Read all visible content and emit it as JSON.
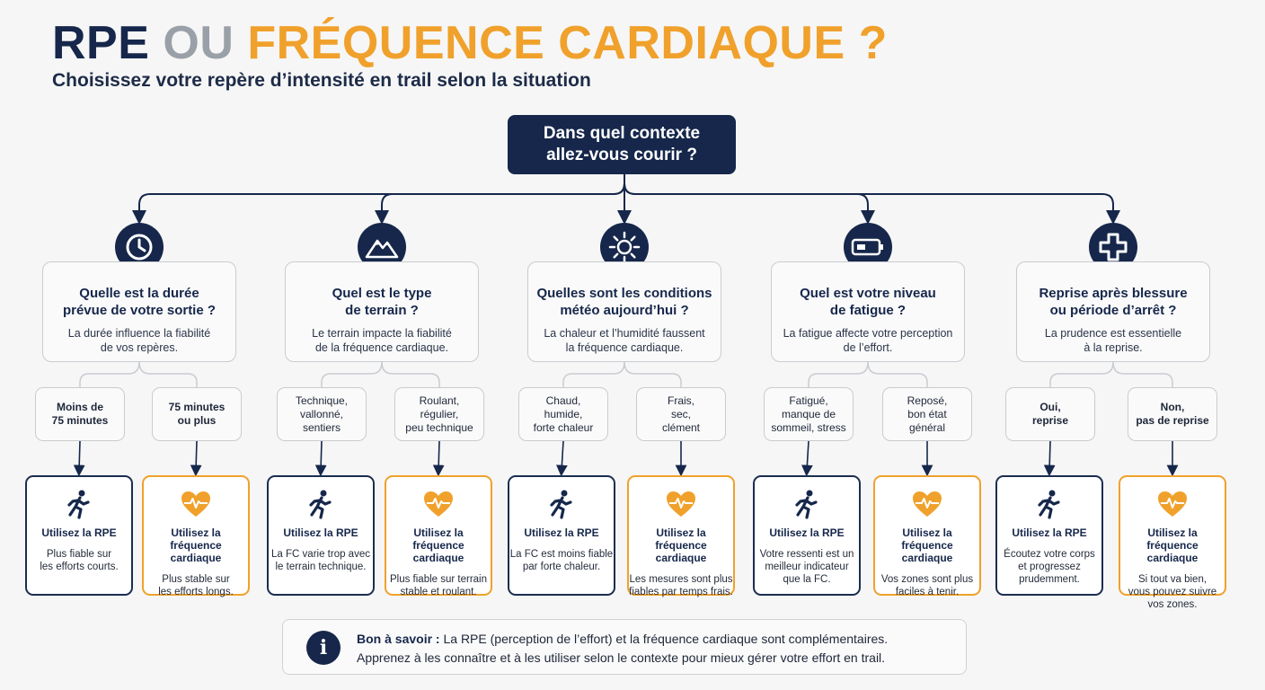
{
  "header": {
    "title_part1": "RPE ",
    "title_part2": "OU ",
    "title_part3": "FRÉQUENCE CARDIAQUE ?",
    "subtitle": "Choisissez votre repère d’intensité en trail selon la situation"
  },
  "root_question": "Dans quel contexte\nallez-vous courir ?",
  "colors": {
    "navy": "#16274b",
    "orange": "#f0a12c"
  },
  "columns": [
    {
      "icon": "clock-icon",
      "question": "Quelle est la durée\nprévue de votre sortie ?",
      "description": "La durée influence la fiabilité\nde vos repères.",
      "options": [
        {
          "label": "Moins de\n75 minutes",
          "bold": true,
          "result": {
            "type": "rpe",
            "title": "Utilisez la RPE",
            "text": "Plus fiable sur\nles efforts courts."
          }
        },
        {
          "label": "75 minutes\nou plus",
          "bold": true,
          "result": {
            "type": "hr",
            "title": "Utilisez la fréquence\ncardiaque",
            "text": "Plus stable sur\nles efforts longs."
          }
        }
      ]
    },
    {
      "icon": "mountain-icon",
      "question": "Quel est le type\nde terrain ?",
      "description": "Le terrain impacte la fiabilité\nde la fréquence cardiaque.",
      "options": [
        {
          "label": "Technique,\nvallonné,\nsentiers",
          "bold": false,
          "result": {
            "type": "rpe",
            "title": "Utilisez la RPE",
            "text": "La FC varie trop avec\nle terrain technique."
          }
        },
        {
          "label": "Roulant,\nrégulier,\npeu technique",
          "bold": false,
          "result": {
            "type": "hr",
            "title": "Utilisez la fréquence\ncardiaque",
            "text": "Plus fiable sur terrain\nstable et roulant."
          }
        }
      ]
    },
    {
      "icon": "sun-icon",
      "question": "Quelles sont les conditions\nmétéo aujourd’hui ?",
      "description": "La chaleur et l’humidité faussent\nla fréquence cardiaque.",
      "options": [
        {
          "label": "Chaud,\nhumide,\nforte chaleur",
          "bold": false,
          "result": {
            "type": "rpe",
            "title": "Utilisez la RPE",
            "text": "La FC est moins fiable\npar forte chaleur."
          }
        },
        {
          "label": "Frais,\nsec,\nclément",
          "bold": false,
          "result": {
            "type": "hr",
            "title": "Utilisez la fréquence\ncardiaque",
            "text": "Les mesures sont plus\nfiables par temps frais."
          }
        }
      ]
    },
    {
      "icon": "battery-icon",
      "question": "Quel est votre niveau\nde fatigue ?",
      "description": "La fatigue affecte votre perception\nde l’effort.",
      "options": [
        {
          "label": "Fatigué,\nmanque de\nsommeil, stress",
          "bold": false,
          "result": {
            "type": "rpe",
            "title": "Utilisez la RPE",
            "text": "Votre ressenti est un\nmeilleur indicateur\nque la FC."
          }
        },
        {
          "label": "Reposé,\nbon état\ngénéral",
          "bold": false,
          "result": {
            "type": "hr",
            "title": "Utilisez la fréquence\ncardiaque",
            "text": "Vos zones sont plus\nfaciles à tenir."
          }
        }
      ]
    },
    {
      "icon": "medical-cross-icon",
      "question": "Reprise après blessure\nou période d’arrêt ?",
      "description": "La prudence est essentielle\nà la reprise.",
      "options": [
        {
          "label": "Oui,\nreprise",
          "bold": true,
          "result": {
            "type": "rpe",
            "title": "Utilisez la RPE",
            "text": "Écoutez votre corps\net progressez\nprudemment."
          }
        },
        {
          "label": "Non,\npas de reprise",
          "bold": true,
          "result": {
            "type": "hr",
            "title": "Utilisez la fréquence\ncardiaque",
            "text": "Si tout va bien,\nvous pouvez suivre\nvos zones."
          }
        }
      ]
    }
  ],
  "info": {
    "icon": "info-icon",
    "label": "Bon à savoir :",
    "line1": " La RPE (perception de l’effort) et la fréquence cardiaque sont complémentaires.",
    "line2": "Apprenez à les connaître et à les utiliser selon le contexte pour mieux gérer votre effort en trail."
  }
}
